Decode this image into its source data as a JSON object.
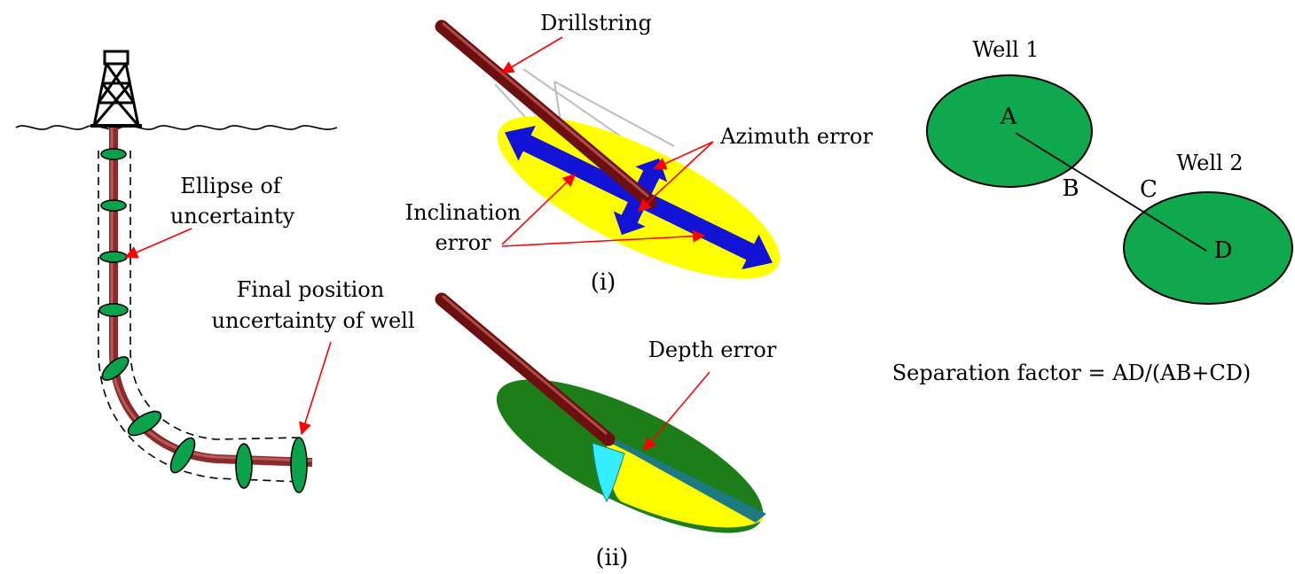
{
  "colors": {
    "pipe": "#7a1212",
    "pipe_highlight": "#b24a4a",
    "ellipse_green": "#0aa24b",
    "ellipse_dark_green": "#1c7d19",
    "yellow": "#ffff00",
    "blue_arrow": "#1313d6",
    "cyan": "#33eeff",
    "teal": "#1d7a82",
    "annotation_red": "#ff0000",
    "well_green": "#0fa84c",
    "black": "#000000"
  },
  "icons": {
    "rig": "drilling-rig-derrick-icon"
  },
  "left_panel": {
    "ellipse_label_line1": "Ellipse of",
    "ellipse_label_line2": "uncertainty",
    "final_label_line1": "Final position",
    "final_label_line2": "uncertainty of well"
  },
  "middle_panel": {
    "drillstring_label": "Drillstring",
    "azimuth_label": "Azimuth error",
    "inclination_label_line1": "Inclination",
    "inclination_label_line2": "error",
    "caption_i": "(i)",
    "depth_label": "Depth error",
    "caption_ii": "(ii)"
  },
  "right_panel": {
    "well1_label": "Well 1",
    "well2_label": "Well 2",
    "point_a": "A",
    "point_b": "B",
    "point_c": "C",
    "point_d": "D",
    "formula": "Separation factor = AD/(AB+CD)"
  }
}
